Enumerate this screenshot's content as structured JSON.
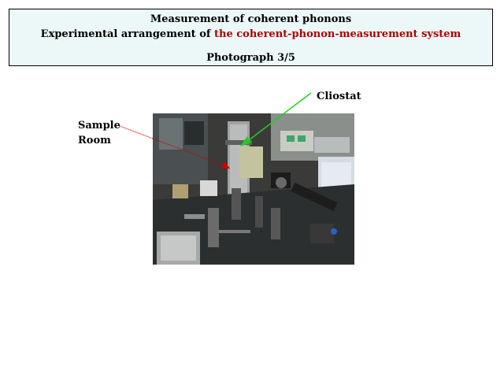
{
  "header": {
    "title": "Measurement of coherent phonons",
    "subtitle_prefix": "Experimental arrangement of ",
    "subtitle_highlight": "the coherent-phonon-measurement system",
    "photo_counter": "Photograph 3/5"
  },
  "labels": {
    "cliostat": "Cliostat",
    "sample_line1": "Sample",
    "sample_line2": "Room"
  },
  "colors": {
    "header_bg": "#ecf8f8",
    "highlight": "#b00000",
    "cliostat_arrow": "#22cc22",
    "sample_arrow": "#cc0000"
  }
}
